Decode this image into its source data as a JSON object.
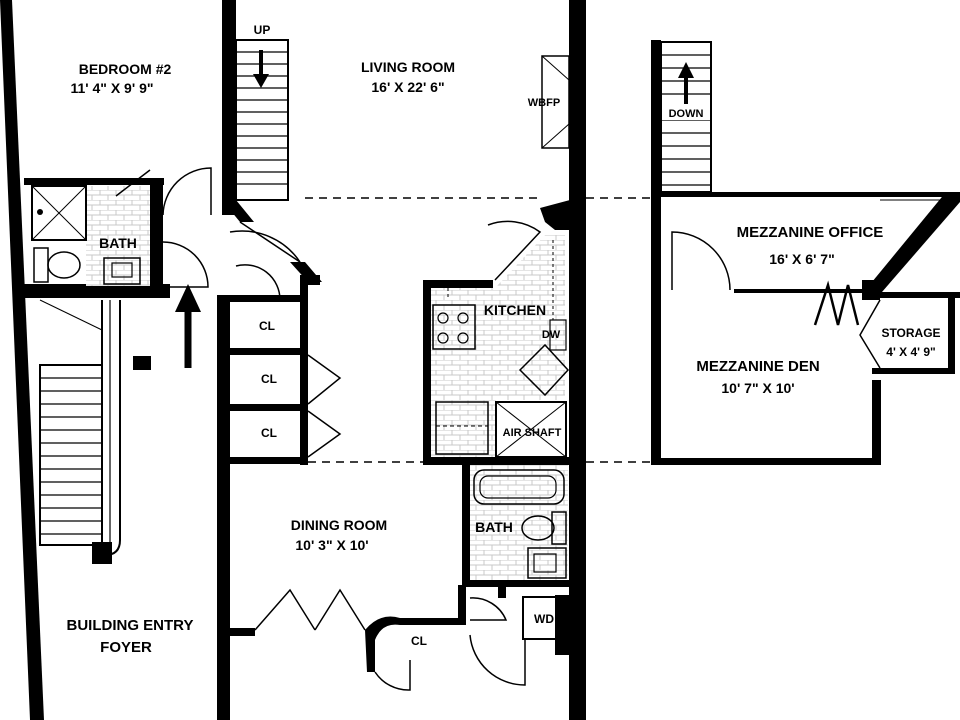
{
  "rooms": {
    "bedroom2": {
      "name": "BEDROOM #2",
      "dim": "11' 4\" X 9' 9\""
    },
    "living_room": {
      "name": "LIVING ROOM",
      "dim": "16' X 22' 6\""
    },
    "wbfp": "WBFP",
    "up": "UP",
    "down": "DOWN",
    "bath_left": "BATH",
    "kitchen": "KITCHEN",
    "dw": "DW",
    "air_shaft": "AIR SHAFT",
    "cl1": "CL",
    "cl2": "CL",
    "cl3": "CL",
    "cl4": "CL",
    "bath_center": "BATH",
    "wd": "WD",
    "dining_room": {
      "name": "DINING ROOM",
      "dim": "10' 3\" X 10'"
    },
    "entry": {
      "line1": "BUILDING ENTRY",
      "line2": "FOYER"
    },
    "mezz_office": {
      "name": "MEZZANINE OFFICE",
      "dim": "16' X 6' 7\""
    },
    "mezz_den": {
      "name": "MEZZANINE DEN",
      "dim": "10' 7\" X 10'"
    },
    "storage": {
      "name": "STORAGE",
      "dim": "4' X 4' 9\""
    }
  },
  "colors": {
    "wall": "#000000",
    "tile": "#c8c8c8",
    "background": "#ffffff"
  }
}
